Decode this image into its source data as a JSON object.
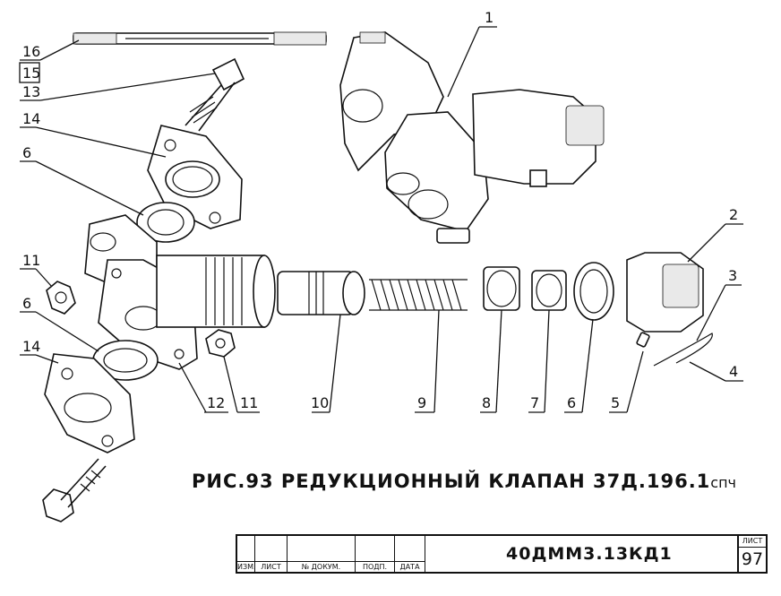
{
  "figure": {
    "caption_main": "РИС.93 РЕДУКЦИОННЫЙ  КЛАПАН  37Д.196.1",
    "caption_suffix": "спч"
  },
  "callouts": [
    "1",
    "2",
    "3",
    "4",
    "5",
    "6",
    "7",
    "8",
    "9",
    "10",
    "11",
    "11",
    "12",
    "13",
    "14",
    "14",
    "15",
    "16",
    "6",
    "6"
  ],
  "title_block": {
    "headers": [
      "ИЗМ.",
      "ЛИСТ",
      "№ ДОКУМ.",
      "ПОДП.",
      "ДАТА"
    ],
    "doc_code": "40ДММ3.13КД1",
    "sheet_label": "ЛИСТ",
    "sheet_number": "97"
  }
}
